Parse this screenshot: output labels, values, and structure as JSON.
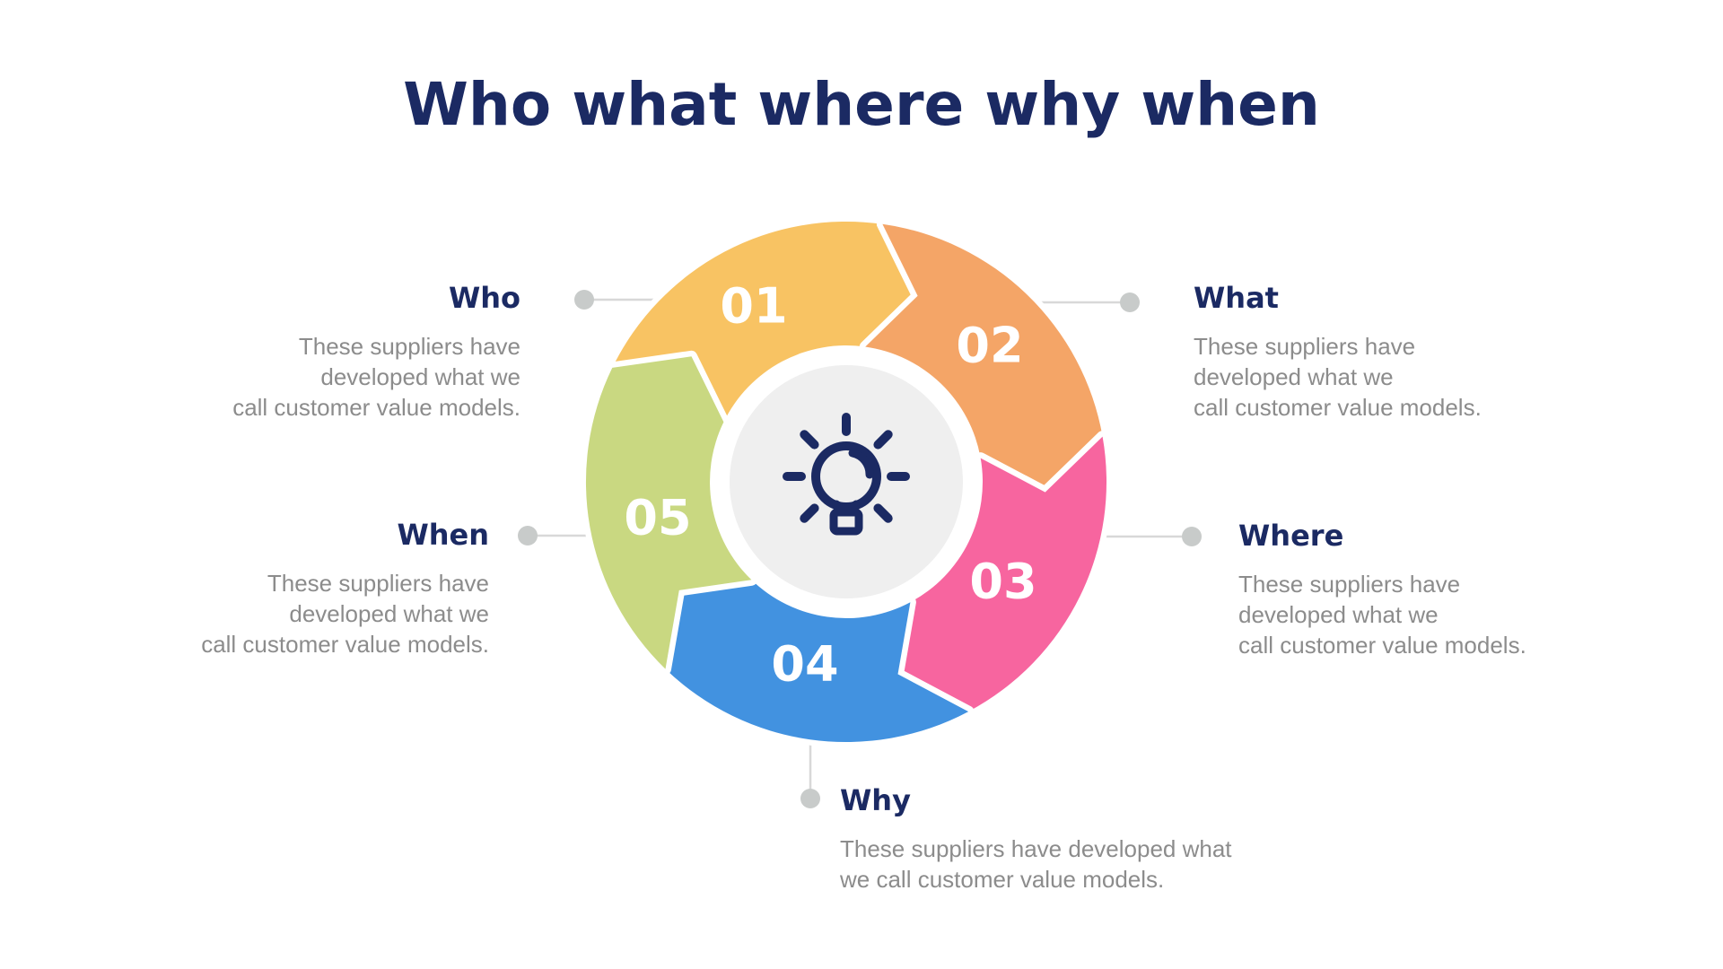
{
  "title": "Who what where why when",
  "colors": {
    "navy": "#1B2A63",
    "body-gray": "#8C8C8C",
    "connector": "#D8D8D8",
    "dot": "#C8CBCA",
    "center-fill": "#EFEFEF",
    "number": "#FFFFFF",
    "background": "#FFFFFF"
  },
  "wheel": {
    "icon": "lightbulb-icon",
    "segments": [
      {
        "number": "01",
        "label": "Who",
        "color": "#F8C363"
      },
      {
        "number": "02",
        "label": "What",
        "color": "#F4A567"
      },
      {
        "number": "03",
        "label": "Where",
        "color": "#F7659F"
      },
      {
        "number": "04",
        "label": "Why",
        "color": "#4292E0"
      },
      {
        "number": "05",
        "label": "When",
        "color": "#C9D881"
      }
    ]
  },
  "sections": {
    "who": {
      "title": "Who",
      "body": "These suppliers have\ndeveloped what we\ncall customer value models."
    },
    "what": {
      "title": "What",
      "body": "These suppliers have\ndeveloped what we\ncall customer value models."
    },
    "where": {
      "title": "Where",
      "body": "These suppliers have\ndeveloped what we\ncall customer value models."
    },
    "when": {
      "title": "When",
      "body": "These suppliers have\ndeveloped what we\ncall customer value models."
    },
    "why": {
      "title": "Why",
      "body": "These suppliers have developed what\nwe call customer value models."
    }
  }
}
